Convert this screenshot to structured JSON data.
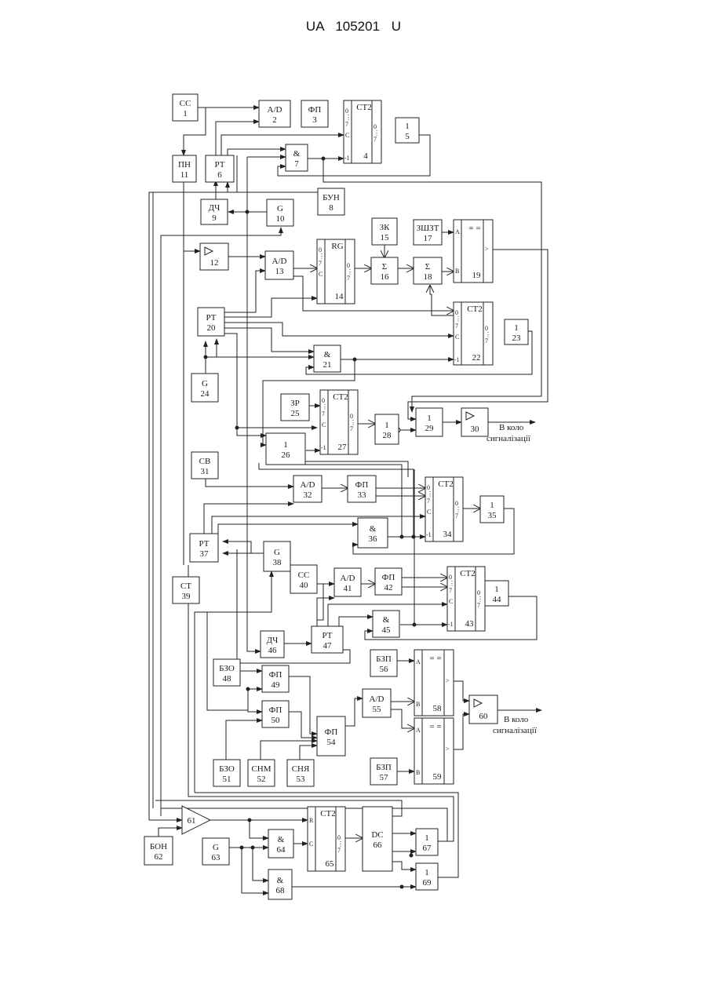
{
  "header": "UA   105201   U",
  "blocks": [
    {
      "id": "1",
      "name": "СС"
    },
    {
      "id": "2",
      "name": "A/D"
    },
    {
      "id": "3",
      "name": "ФП"
    },
    {
      "id": "4",
      "name": "СТ2"
    },
    {
      "id": "5",
      "name": "1"
    },
    {
      "id": "6",
      "name": "РТ"
    },
    {
      "id": "7",
      "name": "&"
    },
    {
      "id": "8",
      "name": "БУН"
    },
    {
      "id": "9",
      "name": "ДЧ"
    },
    {
      "id": "10",
      "name": "G"
    },
    {
      "id": "11",
      "name": "ПН"
    },
    {
      "id": "12",
      "name": "▷"
    },
    {
      "id": "13",
      "name": "A/D"
    },
    {
      "id": "14",
      "name": "RG"
    },
    {
      "id": "15",
      "name": "ЗК"
    },
    {
      "id": "16",
      "name": "Σ"
    },
    {
      "id": "17",
      "name": "ЗШЗТ"
    },
    {
      "id": "18",
      "name": "Σ"
    },
    {
      "id": "19",
      "name": "= ="
    },
    {
      "id": "20",
      "name": "РТ"
    },
    {
      "id": "21",
      "name": "&"
    },
    {
      "id": "22",
      "name": "СТ2"
    },
    {
      "id": "23",
      "name": "1"
    },
    {
      "id": "24",
      "name": "G"
    },
    {
      "id": "25",
      "name": "ЗР"
    },
    {
      "id": "26",
      "name": "1"
    },
    {
      "id": "27",
      "name": "СТ2"
    },
    {
      "id": "28",
      "name": "1"
    },
    {
      "id": "29",
      "name": "1"
    },
    {
      "id": "30",
      "name": "▷"
    },
    {
      "id": "31",
      "name": "СВ"
    },
    {
      "id": "32",
      "name": "A/D"
    },
    {
      "id": "33",
      "name": "ФП"
    },
    {
      "id": "34",
      "name": "СТ2"
    },
    {
      "id": "35",
      "name": "1"
    },
    {
      "id": "36",
      "name": "&"
    },
    {
      "id": "37",
      "name": "РТ"
    },
    {
      "id": "38",
      "name": "G"
    },
    {
      "id": "39",
      "name": "СТ"
    },
    {
      "id": "40",
      "name": "СС"
    },
    {
      "id": "41",
      "name": "A/D"
    },
    {
      "id": "42",
      "name": "ФП"
    },
    {
      "id": "43",
      "name": "СТ2"
    },
    {
      "id": "44",
      "name": "1"
    },
    {
      "id": "45",
      "name": "&"
    },
    {
      "id": "46",
      "name": "ДЧ"
    },
    {
      "id": "47",
      "name": "РТ"
    },
    {
      "id": "48",
      "name": "БЗО"
    },
    {
      "id": "49",
      "name": "ФП"
    },
    {
      "id": "50",
      "name": "ФП"
    },
    {
      "id": "51",
      "name": "БЗО"
    },
    {
      "id": "52",
      "name": "СНМ"
    },
    {
      "id": "53",
      "name": "СНЯ"
    },
    {
      "id": "54",
      "name": "ФП"
    },
    {
      "id": "55",
      "name": "A/D"
    },
    {
      "id": "56",
      "name": "БЗП"
    },
    {
      "id": "57",
      "name": "БЗП"
    },
    {
      "id": "58",
      "name": "= ="
    },
    {
      "id": "59",
      "name": "= ="
    },
    {
      "id": "60",
      "name": "▷"
    },
    {
      "id": "61",
      "name": "61"
    },
    {
      "id": "62",
      "name": "БОН"
    },
    {
      "id": "63",
      "name": "G"
    },
    {
      "id": "64",
      "name": "&"
    },
    {
      "id": "65",
      "name": "СТ2"
    },
    {
      "id": "66",
      "name": "DC"
    },
    {
      "id": "67",
      "name": "1"
    },
    {
      "id": "68",
      "name": "&"
    },
    {
      "id": "69",
      "name": "1"
    }
  ],
  "pins": {
    "zero": "0",
    "dots": "⋮",
    "seven": "7",
    "clock": "C",
    "minus_one": "-1",
    "r": "R",
    "a": "A",
    "b": "B",
    "gt": ">"
  },
  "outputs": {
    "out_30": {
      "line1": "В коло",
      "line2": "сигналізації"
    },
    "out_60": {
      "line1": "В коло",
      "line2": "сигналізації"
    }
  }
}
